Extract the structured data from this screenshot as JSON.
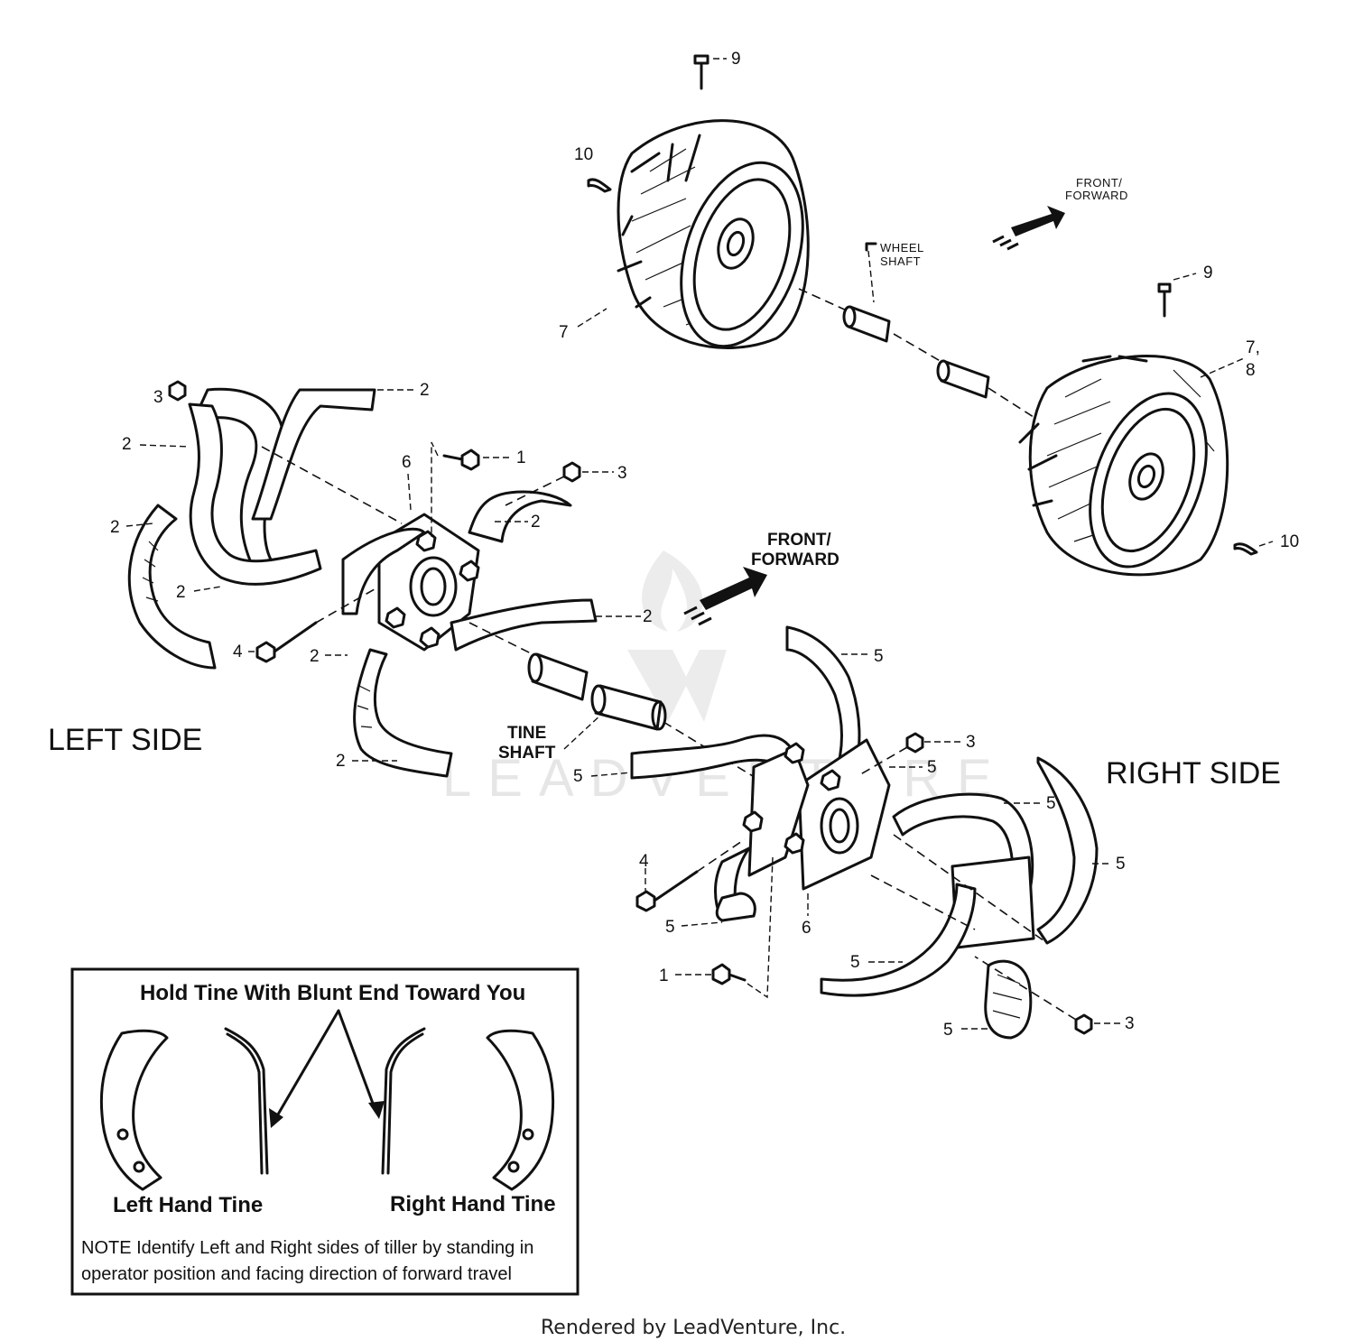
{
  "callouts": {
    "c9a": "9",
    "c10a": "10",
    "c7a": "7",
    "c9b": "9",
    "c78": "7,",
    "c78b": "8",
    "c10b": "10",
    "c3a": "3",
    "c2a": "2",
    "c2b": "2",
    "c2c": "2",
    "c2d": "2",
    "c1a": "1",
    "c3b": "3",
    "c6a": "6",
    "c2e": "2",
    "c2f": "2",
    "c4a": "4",
    "c2g": "2",
    "c2h": "2",
    "c5a": "5",
    "c3c": "3",
    "c5b": "5",
    "c5c": "5",
    "c5d": "5",
    "c5e": "5",
    "c4b": "4",
    "c5f": "5",
    "c6b": "6",
    "c1b": "1",
    "c5g": "5",
    "c5h": "5",
    "c3d": "3"
  },
  "labels": {
    "front_small_line1": "FRONT/",
    "front_small_line2": "FORWARD",
    "wheel_shaft_line1": "WHEEL",
    "wheel_shaft_line2": "SHAFT",
    "front_big_line1": "FRONT/",
    "front_big_line2": "FORWARD",
    "left_side": "LEFT SIDE",
    "right_side": "RIGHT SIDE",
    "tine_shaft_line1": "TINE",
    "tine_shaft_line2": "SHAFT"
  },
  "info_box": {
    "heading": "Hold Tine With Blunt End Toward You",
    "left_label": "Left Hand Tine",
    "right_label": "Right Hand Tine",
    "note_line1": "NOTE  Identify Left and Right sides of tiller by standing in",
    "note_line2": "operator position and facing direction of forward travel"
  },
  "watermark": "LEADVENTURE",
  "footer": "Rendered by LeadVenture, Inc."
}
